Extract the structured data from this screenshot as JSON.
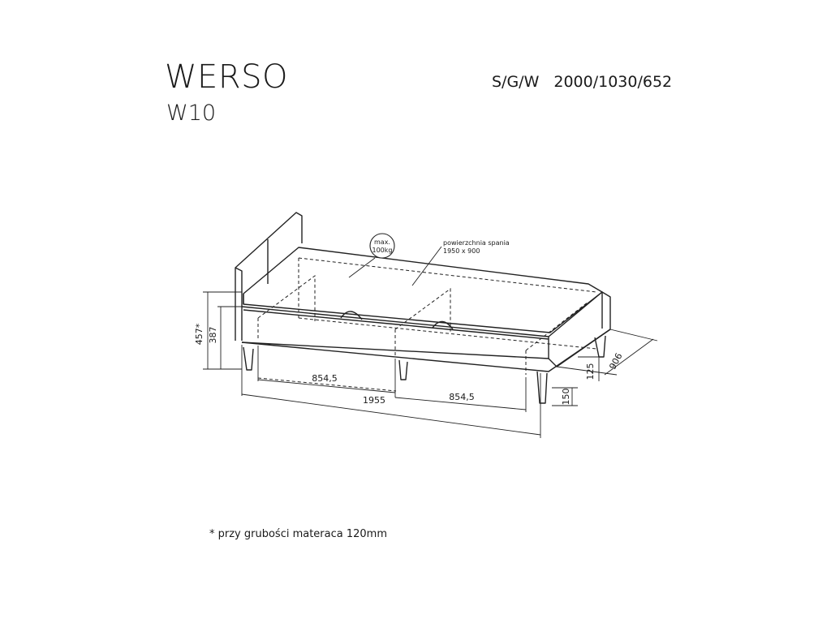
{
  "header": {
    "brand": "WERSO",
    "model": "W10",
    "dims_code_label": "S/G/W",
    "dims_code_value": "2000/1030/652"
  },
  "drawing": {
    "annotations": {
      "max_load_line1": "max.",
      "max_load_line2": "100kg",
      "sleeping_surface_label": "powierzchnia spania",
      "sleeping_surface_value": "1950 x 900"
    },
    "dimensions": {
      "height_total": "457*",
      "height_frame": "387",
      "drawer_width_left": "854,5",
      "drawer_width_right": "854,5",
      "length_inner": "1955",
      "depth": "906",
      "drawer_height": "125",
      "leg_height": "150"
    }
  },
  "footer": {
    "note": "* przy grubości materaca 120mm"
  }
}
